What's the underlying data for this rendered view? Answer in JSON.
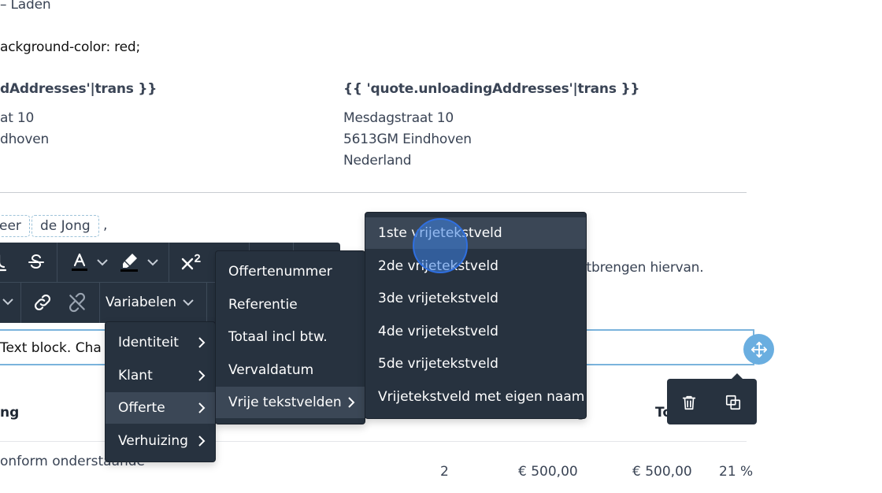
{
  "document": {
    "line_loading": "– Laden",
    "line_css": "ackground-color: red;",
    "loading_header": "dAddresses'|trans }}",
    "loading_street": "at 10",
    "loading_city": "dhoven",
    "unloading_header": "{{ 'quote.unloadingAddresses'|trans }}",
    "unloading_street": "Mesdagstraat 10",
    "unloading_city": "5613GM Eindhoven",
    "unloading_country": "Nederland",
    "salutation_tag1": "eer",
    "salutation_tag2": "de Jong",
    "salutation_comma": ",",
    "body_text_partial": "itbrengen hiervan.",
    "textblock_text": "Text block. Cha",
    "table_header_left": "ng",
    "table_header_right": "To",
    "table_header_mid": "g",
    "row_desc": "onform onderstaande",
    "row_qty": "2",
    "row_price": "€ 500,00",
    "row_total": "€ 500,00",
    "row_vat": "21 %"
  },
  "toolbar": {
    "variables_label": "Variabelen"
  },
  "menu_level1": {
    "items": [
      {
        "label": "Identiteit"
      },
      {
        "label": "Klant"
      },
      {
        "label": "Offerte"
      },
      {
        "label": "Verhuizing"
      }
    ]
  },
  "menu_level2": {
    "items": [
      {
        "label": "Offertenummer"
      },
      {
        "label": "Referentie"
      },
      {
        "label": "Totaal incl btw."
      },
      {
        "label": "Vervaldatum"
      },
      {
        "label": "Vrije tekstvelden"
      }
    ]
  },
  "menu_level3": {
    "items": [
      {
        "label": "1ste vrijetekstveld"
      },
      {
        "label": "2de vrijetekstveld"
      },
      {
        "label": "3de vrijetekstveld"
      },
      {
        "label": "4de vrijetekstveld"
      },
      {
        "label": "5de vrijetekstveld"
      },
      {
        "label": "Vrijetekstveld met eigen naam"
      }
    ]
  },
  "colors": {
    "toolbar_bg": "#27323f",
    "accent": "#6aaee0"
  }
}
